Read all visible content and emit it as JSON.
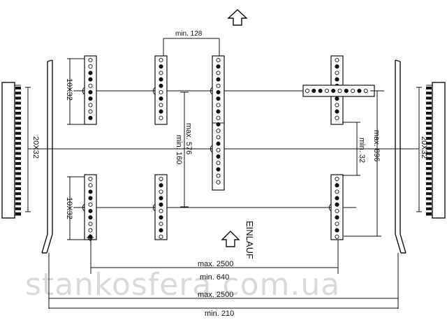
{
  "labels": {
    "min_128": "min. 128",
    "max_576": "max. 576",
    "min_160": "min. 160",
    "max_896": "max. 896",
    "min_32": "min. 32",
    "clamp_20x32": "20X32",
    "clamp_10x32": "10X32",
    "einlauf": "EINLAUF",
    "max_2500": "max. 2500",
    "min_640": "min. 640",
    "min_210": "min. 210"
  },
  "watermark": "stankosfera.com.ua",
  "icons": {
    "flow_arrow": "up-arrow-icon"
  },
  "colors": {
    "line": "#111111",
    "watermark": "#d9d9d9"
  }
}
